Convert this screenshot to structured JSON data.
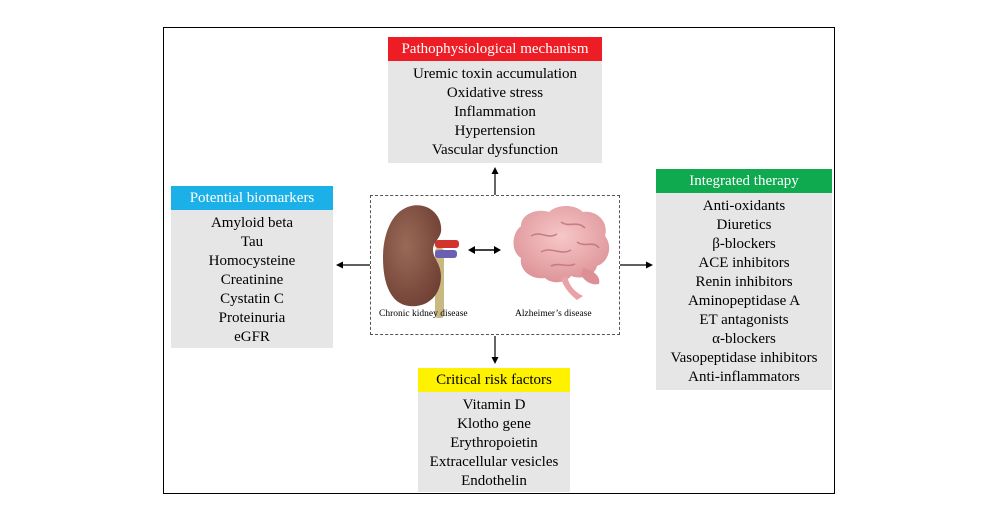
{
  "pathophysiology": {
    "title": "Pathophysiological mechanism",
    "color": "#ee1c25",
    "items": [
      "Uremic toxin accumulation",
      "Oxidative stress",
      "Inflammation",
      "Hypertension",
      "Vascular dysfunction"
    ]
  },
  "biomarkers": {
    "title": "Potential biomarkers",
    "color": "#1bb0e8",
    "items": [
      "Amyloid beta",
      "Tau",
      "Homocysteine",
      "Creatinine",
      "Cystatin C",
      "Proteinuria",
      "eGFR"
    ]
  },
  "therapy": {
    "title": "Integrated therapy",
    "color": "#0fa94f",
    "items": [
      "Anti-oxidants",
      "Diuretics",
      "β-blockers",
      "ACE inhibitors",
      "Renin inhibitors",
      "Aminopeptidase A",
      "ET antagonists",
      "α-blockers",
      "Vasopeptidase inhibitors",
      "Anti-inflammators"
    ]
  },
  "risk_factors": {
    "title": "Critical risk factors",
    "color": "#fef200",
    "items": [
      "Vitamin D",
      "Klotho gene",
      "Erythropoietin",
      "Extracellular vesicles",
      "Endothelin"
    ]
  },
  "center": {
    "left_label": "Chronic kidney disease",
    "right_label": "Alzheimer’s disease",
    "left_icon": "kidney-icon",
    "right_icon": "brain-icon"
  }
}
